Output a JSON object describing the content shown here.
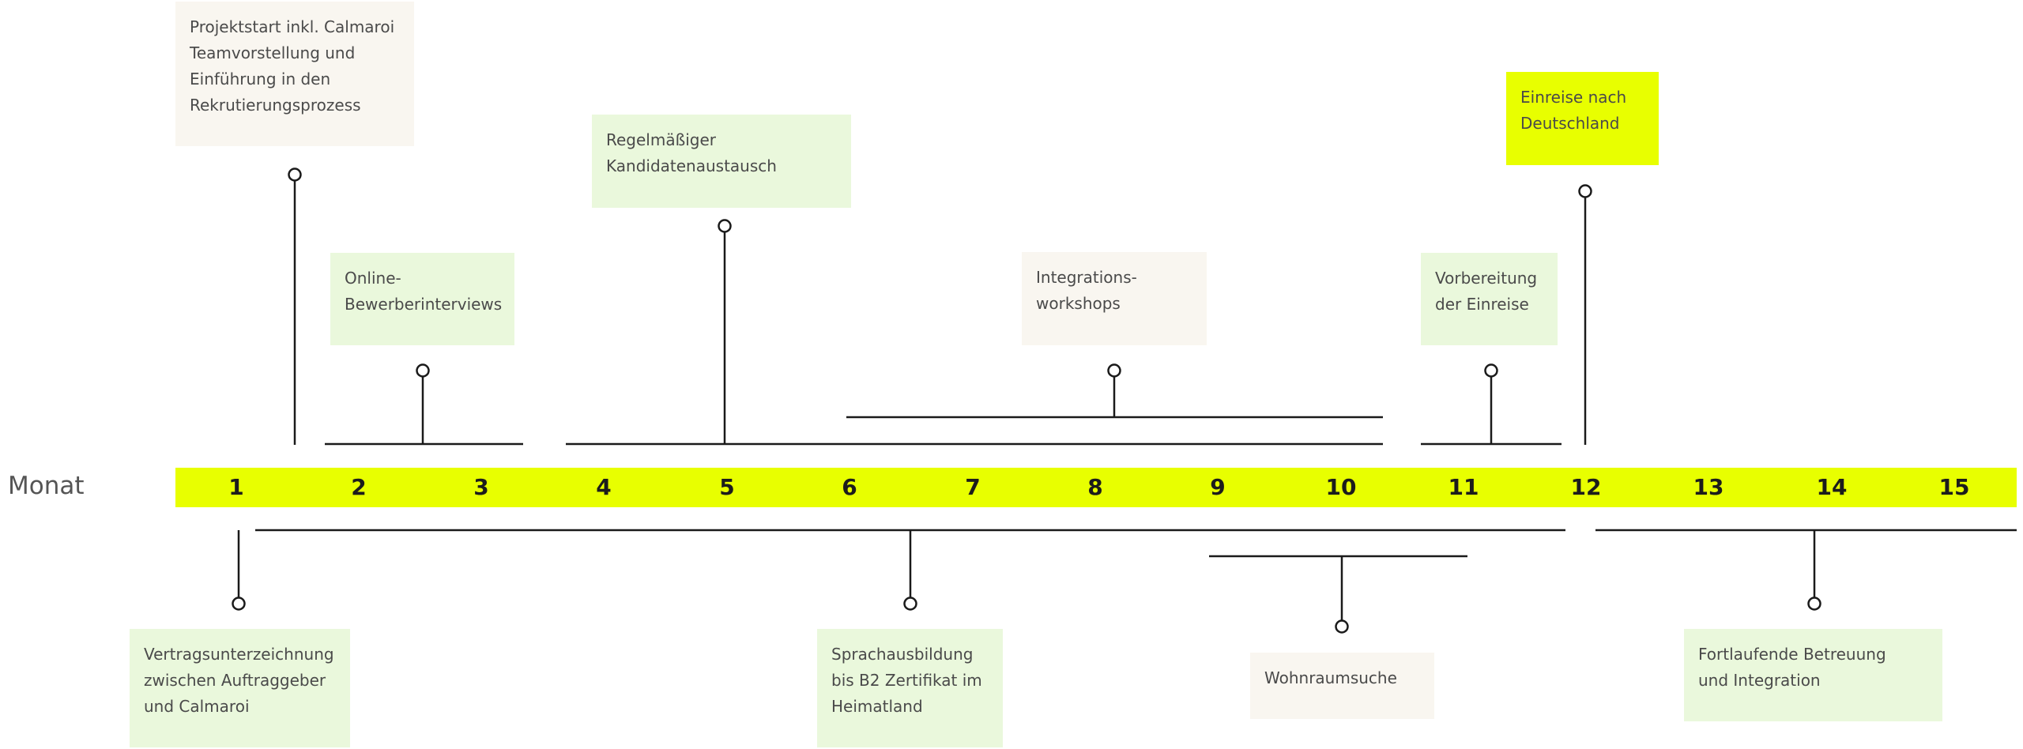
{
  "axis_label": "Monat",
  "months": [
    "1",
    "2",
    "3",
    "4",
    "5",
    "6",
    "7",
    "8",
    "9",
    "10",
    "11",
    "12",
    "13",
    "14",
    "15"
  ],
  "colors": {
    "band": "#e8ff00",
    "green_box": "#eaf8dc",
    "beige_box": "#f9f6f0",
    "yellow_box": "#e8ff00",
    "line": "#1a1a1a"
  },
  "milestones": [
    {
      "id": "projektstart",
      "lines": [
        "Projektstart inkl. Calmaroi",
        "Teamvorstellung und",
        "Einführung in den",
        "Rekrutierungsprozess"
      ]
    },
    {
      "id": "interviews",
      "lines": [
        "Online-",
        "Bewerberinterviews"
      ]
    },
    {
      "id": "kandidaten",
      "lines": [
        "Regelmäßiger",
        "Kandidatenaustausch"
      ]
    },
    {
      "id": "workshops",
      "lines": [
        "Integrations-",
        "workshops"
      ]
    },
    {
      "id": "vorbereitung",
      "lines": [
        "Vorbereitung",
        "der Einreise"
      ]
    },
    {
      "id": "einreise",
      "lines": [
        "Einreise nach",
        "Deutschland"
      ]
    },
    {
      "id": "vertrag",
      "lines": [
        "Vertragsunterzeichnung",
        "zwischen Auftraggeber",
        "und Calmaroi"
      ]
    },
    {
      "id": "sprache",
      "lines": [
        "Sprachausbildung",
        "bis B2 Zertifikat im",
        "Heimatland"
      ]
    },
    {
      "id": "wohnraum",
      "lines": [
        "Wohnraumsuche"
      ]
    },
    {
      "id": "betreuung",
      "lines": [
        "Fortlaufende Betreuung",
        "und Integration"
      ]
    }
  ]
}
